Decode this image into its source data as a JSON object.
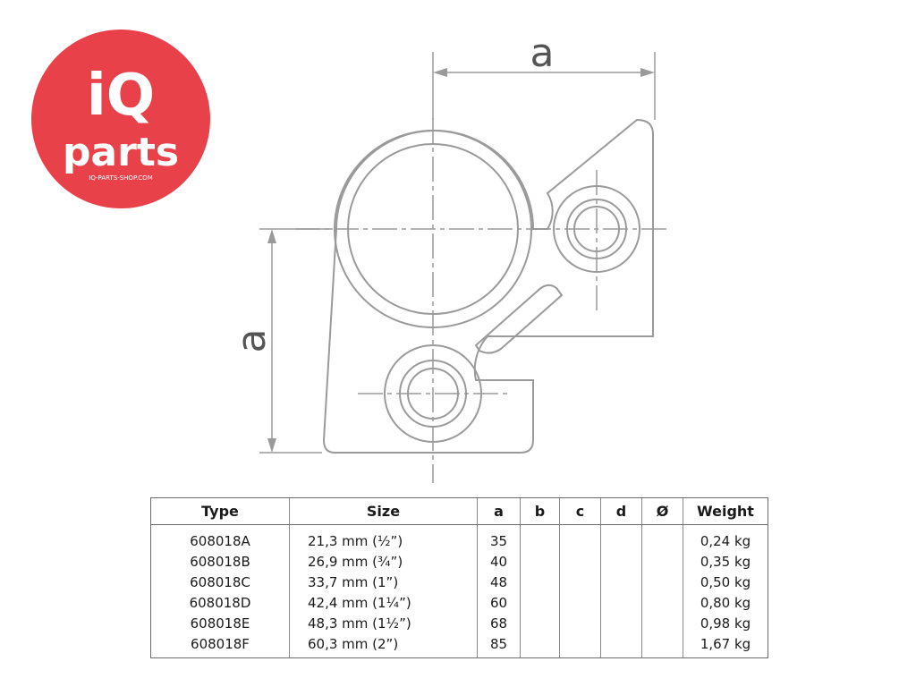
{
  "logo": {
    "line1": "iQ",
    "line2": "parts",
    "url": "IQ-PARTS-SHOP.COM",
    "color": "#e8414a"
  },
  "diagram": {
    "dim_top": "a",
    "dim_left": "a",
    "line_color": "#9a9a9a"
  },
  "table": {
    "headers": {
      "type": "Type",
      "size": "Size",
      "a": "a",
      "b": "b",
      "c": "c",
      "d": "d",
      "diameter": "Ø",
      "weight": "Weight"
    },
    "rows": [
      {
        "type": "608018A",
        "size": "21,3 mm (½”)",
        "a": "35",
        "b": "",
        "c": "",
        "d": "",
        "diameter": "",
        "weight": "0,24 kg"
      },
      {
        "type": "608018B",
        "size": "26,9 mm (¾”)",
        "a": "40",
        "b": "",
        "c": "",
        "d": "",
        "diameter": "",
        "weight": "0,35 kg"
      },
      {
        "type": "608018C",
        "size": "33,7 mm (1”)",
        "a": "48",
        "b": "",
        "c": "",
        "d": "",
        "diameter": "",
        "weight": "0,50 kg"
      },
      {
        "type": "608018D",
        "size": "42,4 mm (1¼”)",
        "a": "60",
        "b": "",
        "c": "",
        "d": "",
        "diameter": "",
        "weight": "0,80 kg"
      },
      {
        "type": "608018E",
        "size": "48,3 mm (1½”)",
        "a": "68",
        "b": "",
        "c": "",
        "d": "",
        "diameter": "",
        "weight": "0,98 kg"
      },
      {
        "type": "608018F",
        "size": "60,3 mm (2”)",
        "a": "85",
        "b": "",
        "c": "",
        "d": "",
        "diameter": "",
        "weight": "1,67 kg"
      }
    ]
  }
}
